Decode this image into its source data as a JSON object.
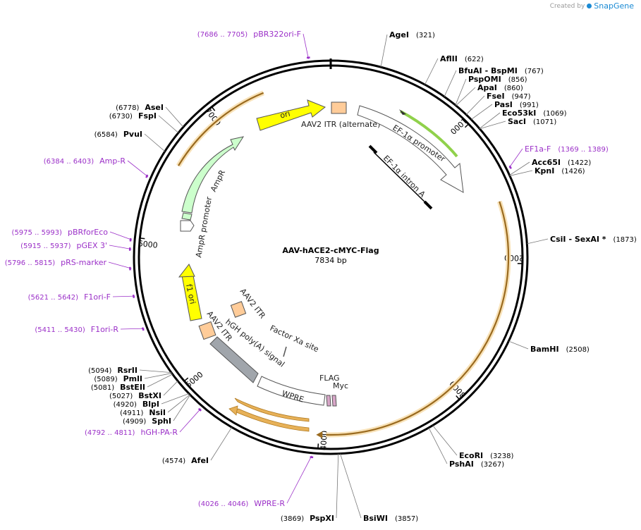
{
  "credit": {
    "prefix": "Created by",
    "brand": "SnapGene"
  },
  "plasmid": {
    "name": "AAV-hACE2-cMYC-Flag",
    "length": "7834 bp",
    "total_bp": 7834
  },
  "ticks": [
    {
      "pos": 1000,
      "label": "1000"
    },
    {
      "pos": 2000,
      "label": "2000"
    },
    {
      "pos": 3000,
      "label": "3000"
    },
    {
      "pos": 4000,
      "label": "4000"
    },
    {
      "pos": 5000,
      "label": "5000"
    },
    {
      "pos": 6000,
      "label": "6000"
    },
    {
      "pos": 7000,
      "label": "7000"
    }
  ],
  "sites": [
    {
      "name": "AgeI",
      "pos": 321,
      "pos_text": "(321)"
    },
    {
      "name": "AflII",
      "pos": 622,
      "pos_text": "(622)"
    },
    {
      "name": "BfuAI",
      "name2": "- BspMI",
      "pos": 767,
      "pos_text": "(767)"
    },
    {
      "name": "PspOMI",
      "pos": 856,
      "pos_text": "(856)"
    },
    {
      "name": "ApaI",
      "pos": 860,
      "pos_text": "(860)"
    },
    {
      "name": "FseI",
      "pos": 947,
      "pos_text": "(947)"
    },
    {
      "name": "PasI",
      "pos": 991,
      "pos_text": "(991)"
    },
    {
      "name": "Eco53kI",
      "pos": 1069,
      "pos_text": "(1069)"
    },
    {
      "name": "SacI",
      "pos": 1071,
      "pos_text": "(1071)"
    },
    {
      "name": "Acc65I",
      "pos": 1422,
      "pos_text": "(1422)"
    },
    {
      "name": "KpnI",
      "pos": 1426,
      "pos_text": "(1426)"
    },
    {
      "name": "CsiI",
      "name2": "- SexAI *",
      "pos": 1873,
      "pos_text": "(1873)"
    },
    {
      "name": "BamHI",
      "pos": 2508,
      "pos_text": "(2508)"
    },
    {
      "name": "EcoRI",
      "pos": 3238,
      "pos_text": "(3238)"
    },
    {
      "name": "PshAI",
      "pos": 3267,
      "pos_text": "(3267)"
    },
    {
      "name": "BsiWI",
      "pos": 3857,
      "pos_text": "(3857)"
    },
    {
      "name": "PspXI",
      "pos": 3869,
      "pos_text": "(3869)"
    },
    {
      "name": "AfeI",
      "pos": 4574,
      "pos_text": "(4574)"
    },
    {
      "name": "SphI",
      "pos": 4909,
      "pos_text": "(4909)"
    },
    {
      "name": "NsiI",
      "pos": 4911,
      "pos_text": "(4911)"
    },
    {
      "name": "BlpI",
      "pos": 4920,
      "pos_text": "(4920)"
    },
    {
      "name": "BstXI",
      "pos": 5027,
      "pos_text": "(5027)"
    },
    {
      "name": "BstEII",
      "pos": 5081,
      "pos_text": "(5081)"
    },
    {
      "name": "PmlI",
      "pos": 5089,
      "pos_text": "(5089)"
    },
    {
      "name": "RsrII",
      "pos": 5094,
      "pos_text": "(5094)"
    },
    {
      "name": "PvuI",
      "pos": 6584,
      "pos_text": "(6584)"
    },
    {
      "name": "FspI",
      "pos": 6730,
      "pos_text": "(6730)"
    },
    {
      "name": "AseI",
      "pos": 6778,
      "pos_text": "(6778)"
    }
  ],
  "primers": [
    {
      "name": "pBR322ori-F",
      "range": "(7686 .. 7705)",
      "pos": 7695
    },
    {
      "name": "EF1a-F",
      "range": "(1369 .. 1389)",
      "pos": 1379
    },
    {
      "name": "WPRE-R",
      "range": "(4026 .. 4046)",
      "pos": 4036
    },
    {
      "name": "hGH-PA-R",
      "range": "(4792 .. 4811)",
      "pos": 4801
    },
    {
      "name": "F1ori-R",
      "range": "(5411 .. 5430)",
      "pos": 5420
    },
    {
      "name": "F1ori-F",
      "range": "(5621 .. 5642)",
      "pos": 5631
    },
    {
      "name": "pRS-marker",
      "range": "(5796 .. 5815)",
      "pos": 5805
    },
    {
      "name": "pGEX 3'",
      "range": "(5915 .. 5937)",
      "pos": 5926
    },
    {
      "name": "pBRforEco",
      "range": "(5975 .. 5993)",
      "pos": 5984
    },
    {
      "name": "Amp-R",
      "range": "(6384 .. 6403)",
      "pos": 6393
    }
  ],
  "features": {
    "ori": "ori",
    "itr_alt": "AAV2 ITR (alternate)",
    "ef1a_promoter": "EF-1α promoter",
    "ef1a_intron": "EF-1α intron A",
    "ampr": "AmpR",
    "ampr_promoter": "AmpR promoter",
    "f1_ori": "f1 ori",
    "itr1": "AAV2 ITR",
    "itr2": "AAV2 ITR",
    "hgh_polya": "hGH poly(A) signal",
    "factor_xa": "Factor Xa site",
    "wpre": "WPRE",
    "flag": "FLAG",
    "myc": "Myc"
  },
  "colors": {
    "backbone": "#000000",
    "primer": "#9b30c8",
    "orf_fill": "#e7b158",
    "orf_glow": "#f8e2b8",
    "ori": "#ffff00",
    "ampr": "#ccffcc",
    "itr": "#ffcc99",
    "polya": "#a0a5ab",
    "promoter_highlight": "#74c61e"
  }
}
